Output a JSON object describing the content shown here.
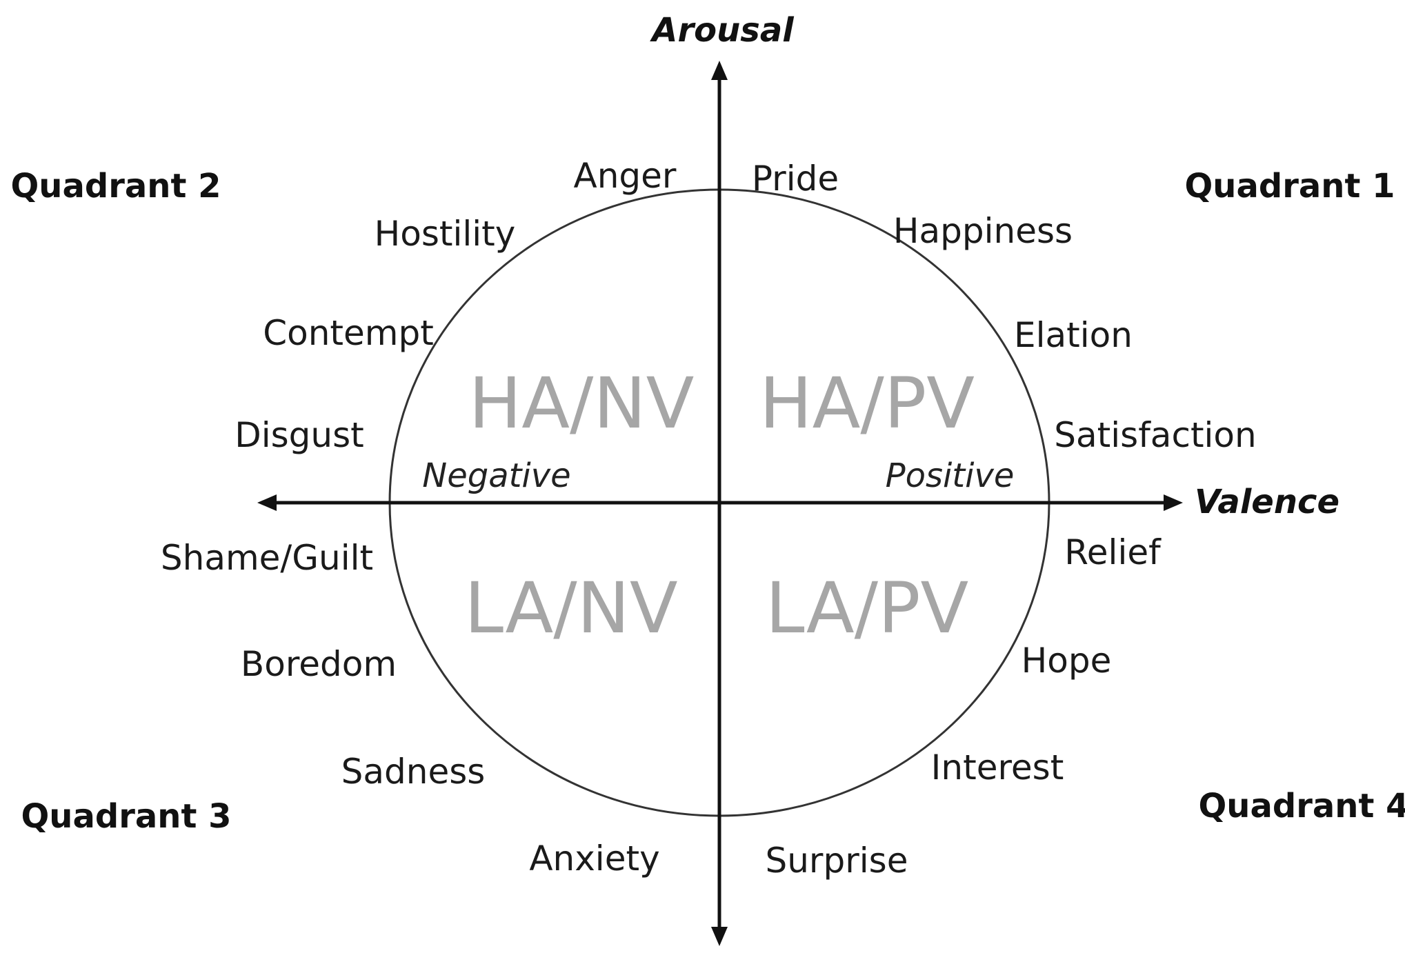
{
  "axes": {
    "vertical_title": "Arousal",
    "horizontal_title": "Valence",
    "negative_pole": "Negative",
    "positive_pole": "Positive"
  },
  "quadrants": {
    "q1": "Quadrant 1",
    "q2": "Quadrant 2",
    "q3": "Quadrant 3",
    "q4": "Quadrant 4"
  },
  "regions": {
    "ha_nv": "HA/NV",
    "ha_pv": "HA/PV",
    "la_nv": "LA/NV",
    "la_pv": "LA/PV"
  },
  "emotions": {
    "anger": "Anger",
    "pride": "Pride",
    "hostility": "Hostility",
    "happiness": "Happiness",
    "contempt": "Contempt",
    "elation": "Elation",
    "disgust": "Disgust",
    "satisfaction": "Satisfaction",
    "shame_guilt": "Shame/Guilt",
    "relief": "Relief",
    "boredom": "Boredom",
    "hope": "Hope",
    "sadness": "Sadness",
    "interest": "Interest",
    "anxiety": "Anxiety",
    "surprise": "Surprise"
  },
  "colors": {
    "line": "#111111",
    "region_text": "#a6a6a6"
  }
}
